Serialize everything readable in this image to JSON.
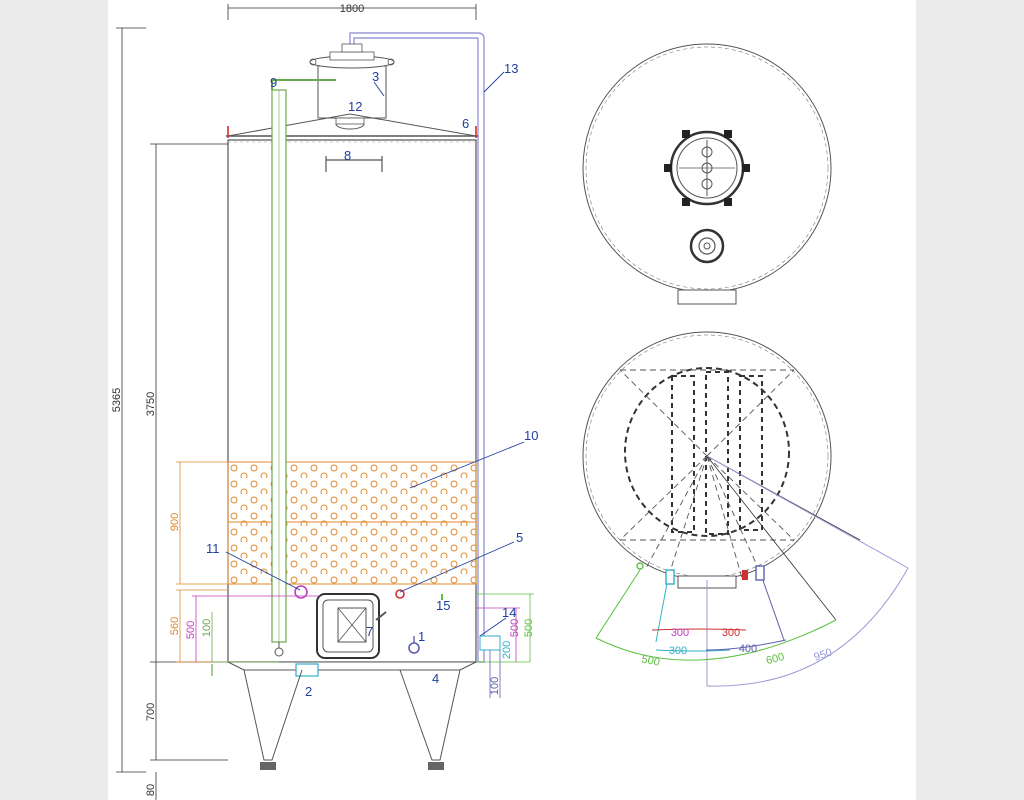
{
  "colors": {
    "outline": "#555555",
    "callout": "#1f3fa0",
    "jacket": "#e08a2c",
    "level_gauge": "#6aa84f",
    "vent_pipe": "#9a9ad8",
    "dim_magenta": "#c040c0",
    "dim_green": "#5cc040",
    "dim_cyan": "#30b0c8",
    "dim_red": "#d03030",
    "dim_blue": "#6060b0",
    "dim_lavender": "#9a9ad8",
    "dim_gray": "#333333"
  },
  "front_view": {
    "width_dim": "1800",
    "callouts": [
      "1",
      "2",
      "3",
      "4",
      "5",
      "6",
      "7",
      "8",
      "9",
      "10",
      "11",
      "12",
      "13",
      "14",
      "15"
    ],
    "dims_left": {
      "overall": "5365",
      "shell": "3750",
      "jacket_height": "900",
      "lower": "560",
      "door_offset": "500",
      "outlet_offset": "100",
      "legs": "700",
      "foot": "80"
    },
    "dims_right": {
      "outlet_a": "500",
      "outlet_b": "500",
      "drain_a": "200",
      "drain_b": "100"
    }
  },
  "bottom_view": {
    "angles": [
      "300",
      "300",
      "300",
      "400",
      "500",
      "600",
      "950"
    ]
  }
}
